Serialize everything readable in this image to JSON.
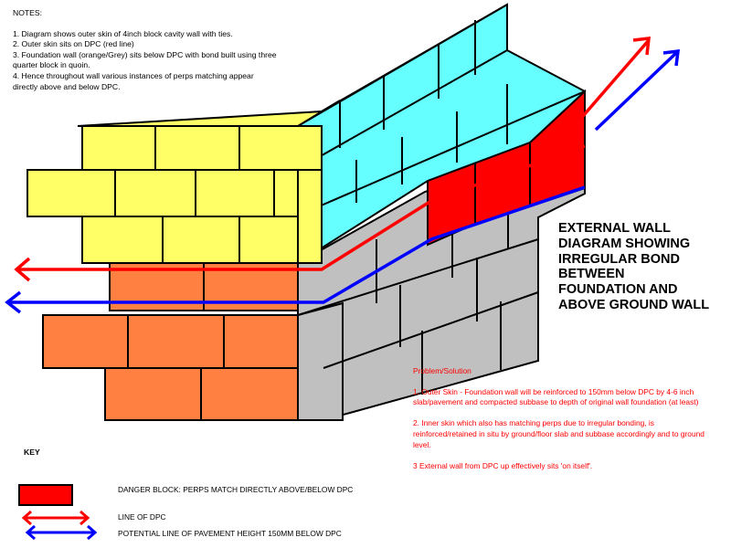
{
  "colors": {
    "yellow": "#ffff66",
    "cyan": "#66ffff",
    "orange": "#ff8040",
    "grey": "#c0c0c0",
    "danger": "#ff0000",
    "dpc_line": "#ff0000",
    "pavement_line": "#0000ff",
    "mortar": "#000000"
  },
  "notes": {
    "heading": "NOTES:",
    "items": [
      "1. Diagram shows outer skin of 4inch block cavity wall with ties.",
      "2. Outer skin sits on DPC (red line)",
      "3. Foundation wall (orange/Grey) sits below DPC with bond built using three quarter block in quoin.",
      "4. Hence throughout wall various instances of perps matching appear directly above and below DPC."
    ]
  },
  "title": {
    "lines": [
      "EXTERNAL WALL",
      "DIAGRAM SHOWING",
      "IRREGULAR BOND",
      "BETWEEN",
      "FOUNDATION AND",
      "ABOVE GROUND WALL"
    ]
  },
  "problem": {
    "heading": "Problem/Solution",
    "items": [
      "1. Outer Skin - Foundation wall will be reinforced to 150mm below DPC by 4-6 inch slab/pavement and compacted subbase to depth of original wall foundation (at least)",
      "2. Inner skin which also has matching perps due to irregular bonding, is reinforced/retained in situ by ground/floor slab and subbase accordingly and to ground level.",
      "3 External wall from DPC up effectively sits 'on itself'."
    ]
  },
  "key": {
    "title": "KEY",
    "danger_label": "DANGER BLOCK: PERPS MATCH DIRECTLY ABOVE/BELOW DPC",
    "dpc_label": "LINE OF DPC",
    "pavement_label": "POTENTIAL LINE OF PAVEMENT HEIGHT 150MM BELOW DPC"
  }
}
